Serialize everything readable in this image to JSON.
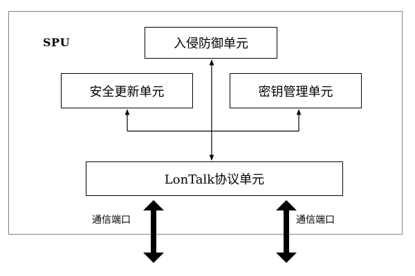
{
  "diagram": {
    "container_label": "SPU",
    "nodes": {
      "intrusion_defense": "入侵防御单元",
      "security_update": "安全更新单元",
      "key_management": "密钥管理单元",
      "lontalk_protocol": "LonTalk协议单元"
    },
    "ports": {
      "left": "通信端口",
      "right": "通信端口"
    }
  }
}
